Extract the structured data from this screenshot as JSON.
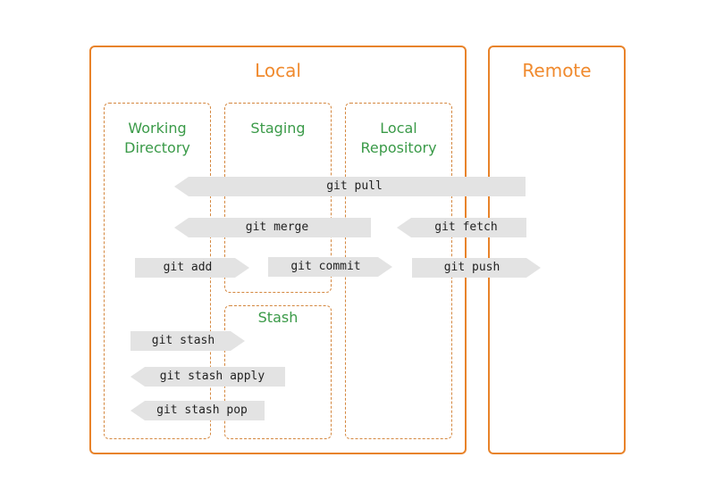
{
  "local": {
    "title": "Local"
  },
  "remote": {
    "title": "Remote"
  },
  "areas": {
    "working_directory": "Working\nDirectory",
    "staging": "Staging",
    "local_repository": "Local\nRepository",
    "stash": "Stash"
  },
  "commands": {
    "git_pull": "git pull",
    "git_merge": "git merge",
    "git_fetch": "git fetch",
    "git_add": "git add",
    "git_commit": "git commit",
    "git_push": "git push",
    "git_stash": "git stash",
    "git_stash_apply": "git stash apply",
    "git_stash_pop": "git stash pop"
  },
  "colors": {
    "container": "#e8832a",
    "area_label": "#3a9a48",
    "command_bg": "#e3e3e3"
  }
}
